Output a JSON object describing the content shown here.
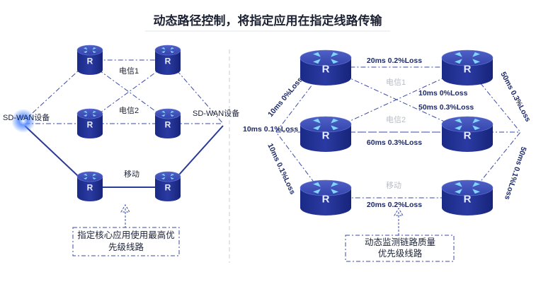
{
  "title": "动态路径控制，将指定应用在指定线路传输",
  "router_glyph": "R",
  "colors": {
    "router_top": "#3a4bb0",
    "router_side": "#1e2d8c",
    "link": "#3a4aa6",
    "accent_glow": "#3d7bff"
  },
  "left": {
    "sdwan_left": "SD-WAN设备",
    "sdwan_right": "SD-WAN设备",
    "link_telecom1": "电信1",
    "link_telecom2": "电信2",
    "link_mobile": "移动",
    "note_line1": "指定核心应用使用最高优",
    "note_line2": "先级线路"
  },
  "right": {
    "top_metric": "20ms 0.2%Loss",
    "upper_left_metric": "10ms 0%Loss",
    "mid_left_metric": "10ms 0.1%Loss",
    "lower_left_metric": "10ms 0.1%Loss",
    "cross_metric_1": "10ms 0%Loss",
    "cross_metric_2": "50ms 0.3%Loss",
    "mid_metric": "60ms 0.3%Loss",
    "bottom_metric": "20ms 0.2%Loss",
    "upper_right_metric": "50ms 0.3%Loss",
    "lower_right_metric": "50ms 0.1%Loss",
    "faded_telecom1": "电信1",
    "faded_telecom2": "电信2",
    "faded_mobile": "移动",
    "note_line1": "动态监测链路质量",
    "note_line2": "优先级线路"
  }
}
